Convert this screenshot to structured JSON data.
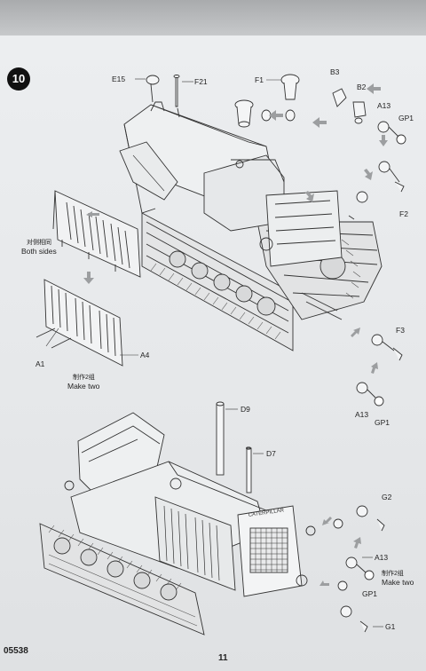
{
  "step_number": "10",
  "page_number": "11",
  "kit_code": "05538",
  "labels": {
    "e15": "E15",
    "f21": "F21",
    "f1": "F1",
    "b3": "B3",
    "b2": "B2",
    "a13_top": "A13",
    "gp1_top": "GP1",
    "f2": "F2",
    "both_sides_cn": "对侧相同",
    "both_sides_en": "Both sides",
    "a1": "A1",
    "a4": "A4",
    "make_two_cn_top": "制作2组",
    "make_two_en_top": "Make two",
    "f3": "F3",
    "a13_mid": "A13",
    "gp1_mid": "GP1",
    "d9": "D9",
    "d7": "D7",
    "g2": "G2",
    "a13_bottom": "A13",
    "make_two_cn_bottom": "制作2组",
    "make_two_en_bottom": "Make two",
    "gp1_bottom": "GP1",
    "g1": "G1"
  },
  "grille_lettering": "CATERPILLAR"
}
